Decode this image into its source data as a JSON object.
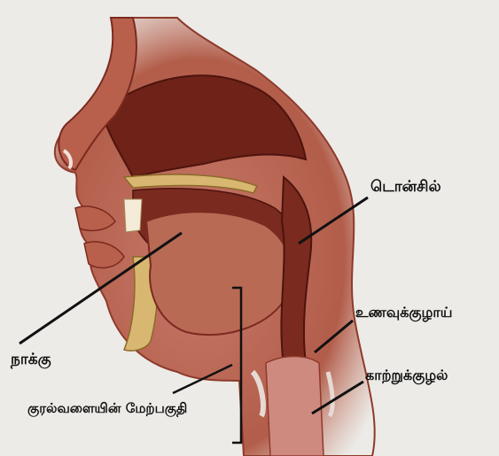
{
  "labels": {
    "tonsil": "டொன்சில்",
    "food_pipe": "உணவுக்குழாய்",
    "wind_pipe": "காற்றுக்குழல்",
    "tongue": "நாக்கு",
    "larynx_upper": "குரல்வளையின் மேற்பகுதி"
  },
  "colors": {
    "background": "#ecebe7",
    "skin": "#a84f3c",
    "skin_light": "#c2705a",
    "cavity": "#7a2a1f",
    "bone": "#d8b770",
    "tongue": "#b86a55",
    "leader_line": "#111111"
  }
}
